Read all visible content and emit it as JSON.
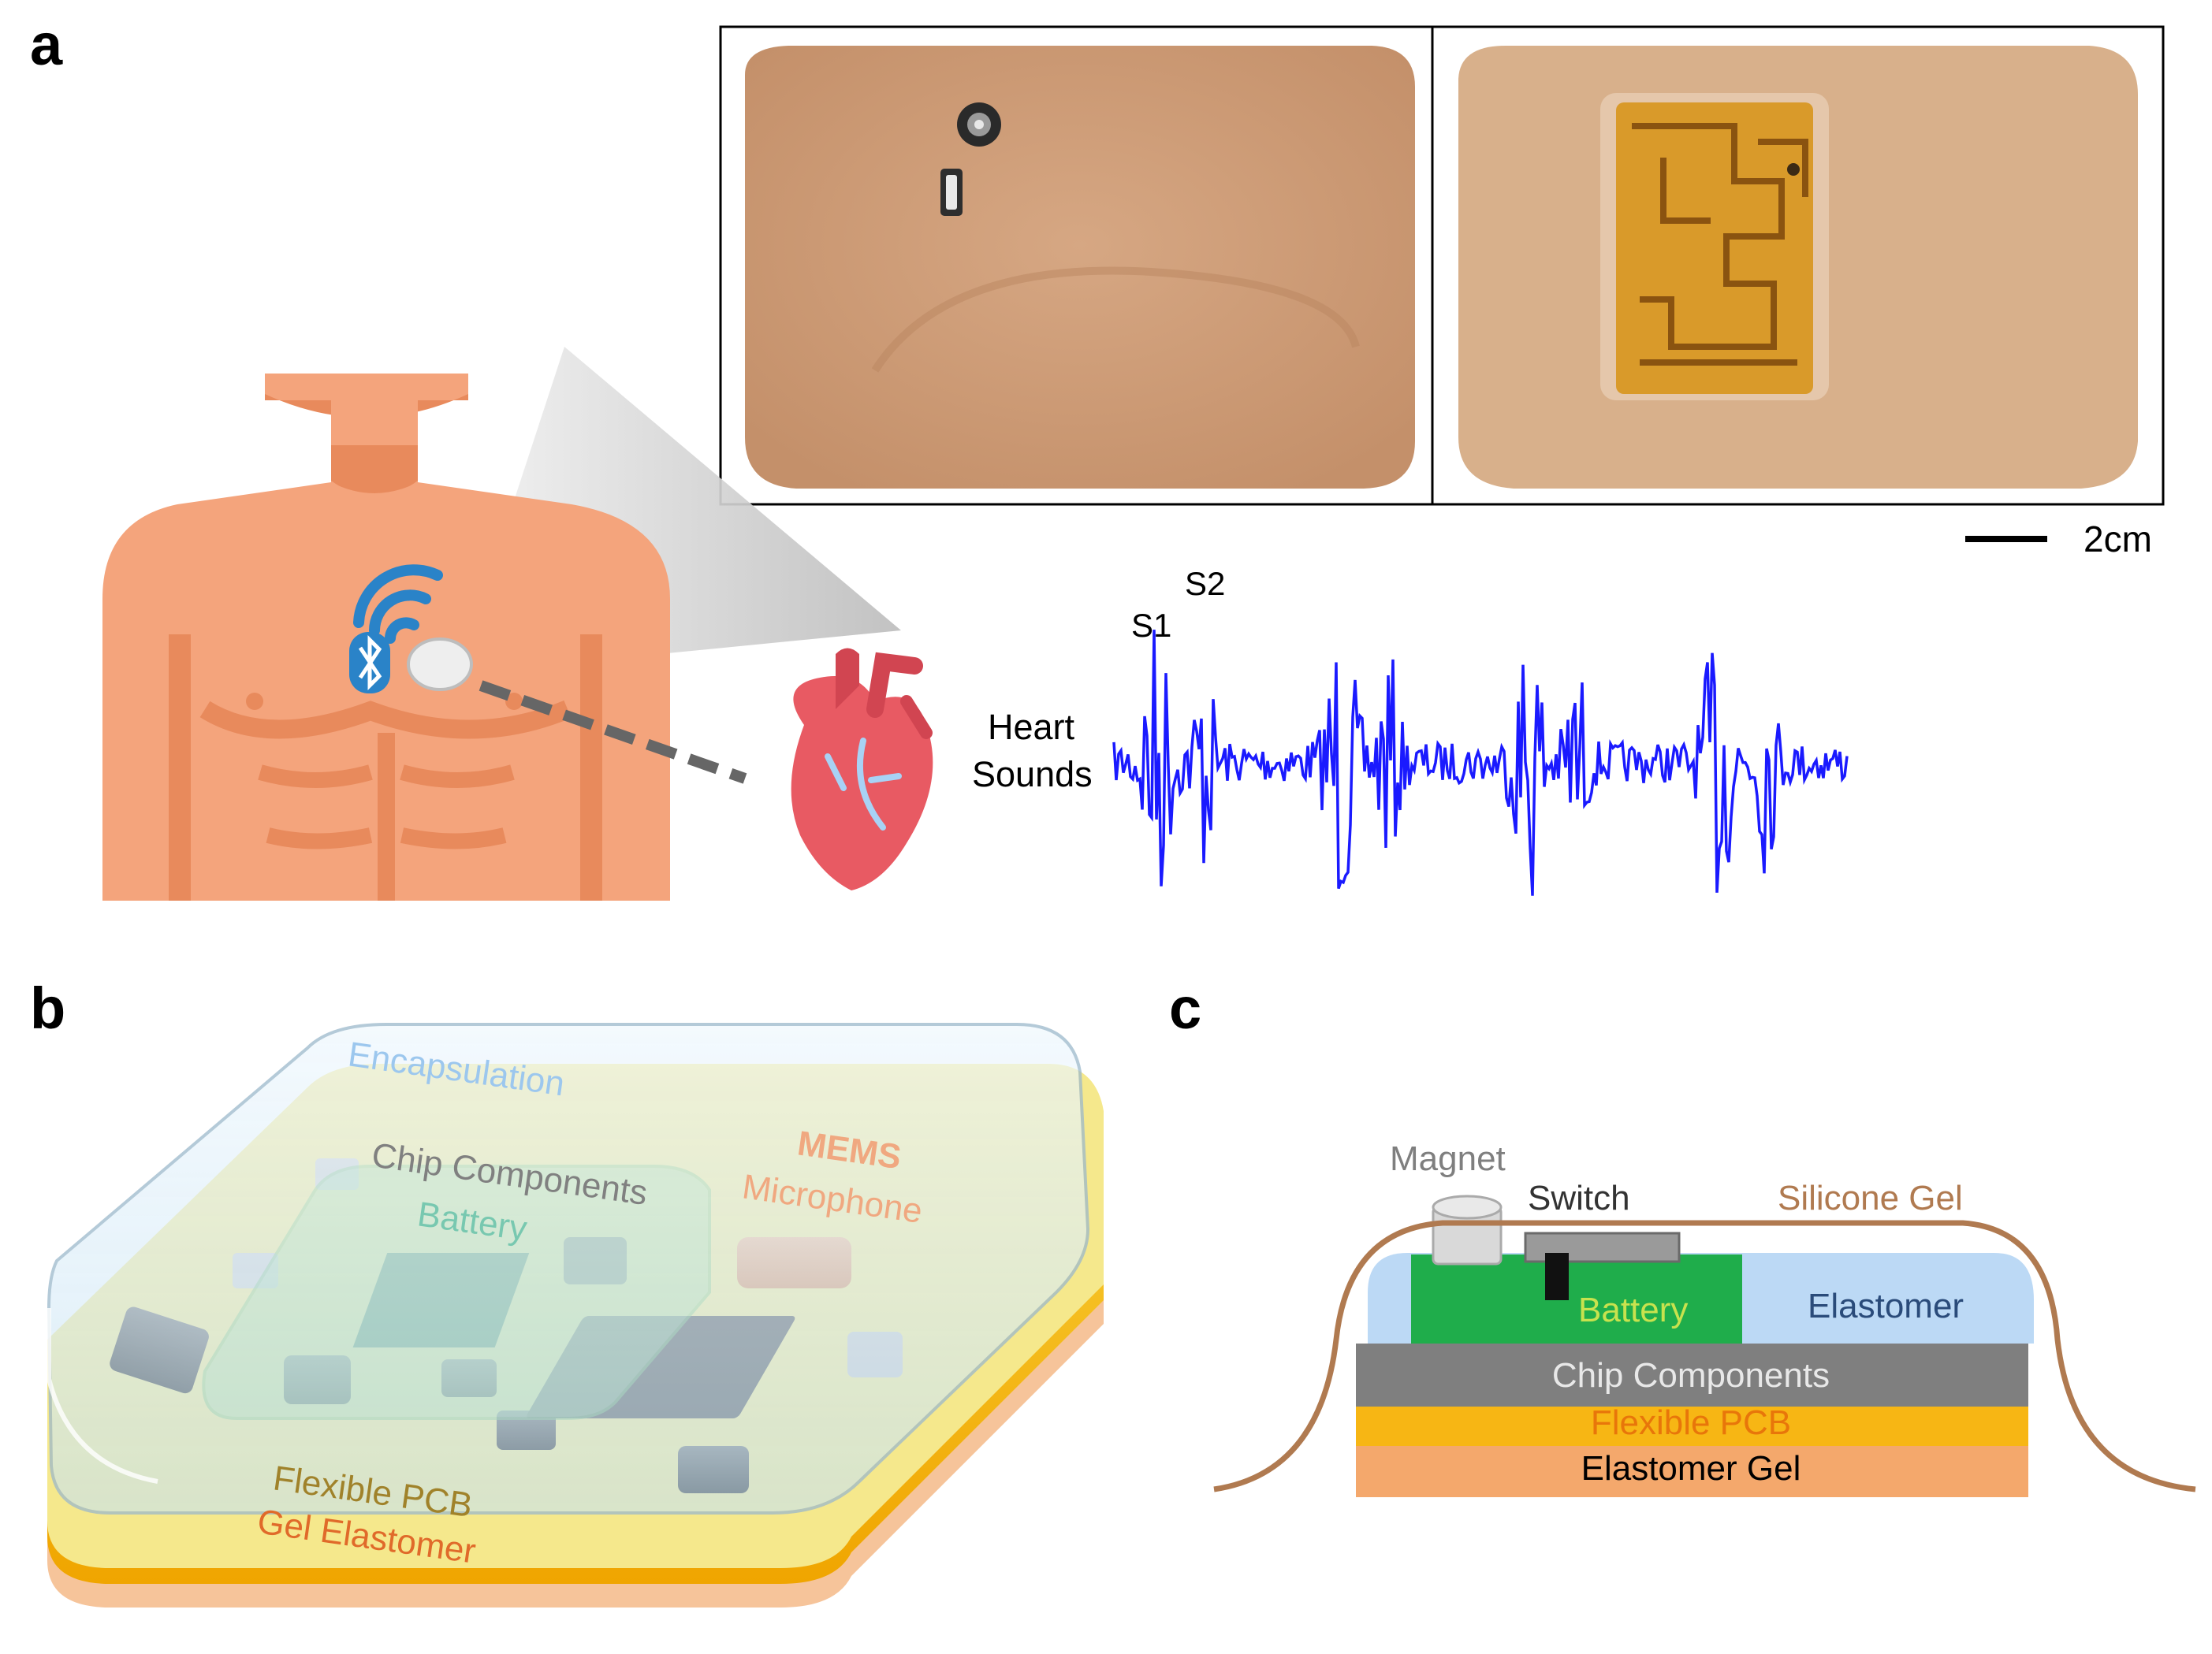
{
  "panel_a": {
    "letter": "a",
    "scale_bar": "2cm",
    "wave_label_line1": "Heart",
    "wave_label_line2": "Sounds",
    "s1": "S1",
    "s2": "S2"
  },
  "panel_b": {
    "letter": "b",
    "encapsulation": "Encapsulation",
    "chip_components": "Chip Components",
    "battery": "Battery",
    "mems_line1": "MEMS",
    "mems_line2": "Microphone",
    "flexible_pcb": "Flexible PCB",
    "gel_elastomer": "Gel Elastomer"
  },
  "panel_c": {
    "letter": "c",
    "magnet": "Magnet",
    "switch": "Switch",
    "silicone_gel": "Silicone Gel",
    "battery": "Battery",
    "elastomer": "Elastomer",
    "chip_components": "Chip Components",
    "flexible_pcb": "Flexible PCB",
    "elastomer_gel": "Elastomer Gel"
  },
  "colors": {
    "torso": "#f4a47c",
    "torso_dark": "#e88a5c",
    "wave": "#1a1aff",
    "pcb": "#f7b614",
    "elastomer_gel": "#f4a86c",
    "chip_layer": "#7f7f7f",
    "battery": "#1fad4b",
    "elastomer": "#bcd9f5",
    "silicone": "#b07a50"
  }
}
